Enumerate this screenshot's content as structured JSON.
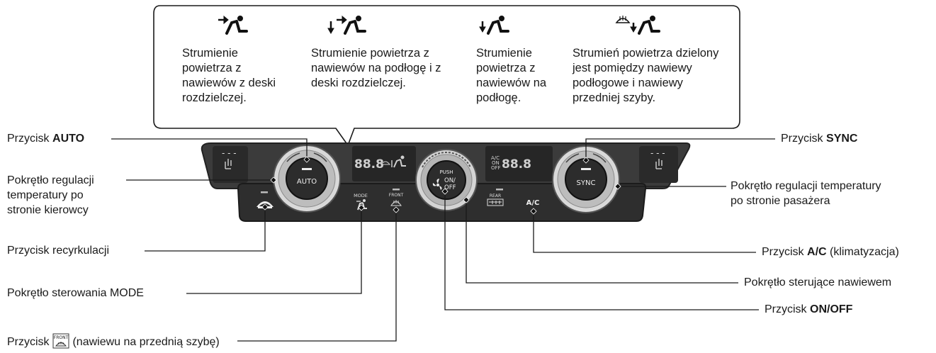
{
  "air_modes": [
    {
      "icon": "face-vent-icon",
      "text": "Strumienie powietrza z nawiewów z deski rozdzielczej."
    },
    {
      "icon": "floor-face-vent-icon",
      "text": "Strumienie powietrza z nawiewów na podłogę i z deski rozdzielczej."
    },
    {
      "icon": "floor-vent-icon",
      "text": "Strumienie powietrza z nawiewów na podłogę."
    },
    {
      "icon": "floor-defrost-vent-icon",
      "text": "Strumień powietrza dzielony jest pomiędzy nawiewy podłogowe i nawiewy przedniej szyby."
    }
  ],
  "callouts": {
    "auto": {
      "prefix": "Przycisk",
      "bold": "AUTO",
      "suffix": ""
    },
    "driver_temp": {
      "text_l1": "Pokrętło regulacji",
      "text_l2": "temperatury po",
      "text_l3": "stronie kierowcy"
    },
    "recirc": {
      "text": "Przycisk recyrkulacji"
    },
    "mode": {
      "text": "Pokrętło sterowania MODE"
    },
    "front": {
      "prefix": "Przycisk",
      "suffix": "(nawiewu na przednią szybę)"
    },
    "sync": {
      "prefix": "Przycisk",
      "bold": "SYNC",
      "suffix": ""
    },
    "pass_temp": {
      "text_l1": "Pokrętło regulacji temperatury",
      "text_l2": "po stronie pasażera"
    },
    "ac": {
      "prefix": "Przycisk",
      "bold": "A/C",
      "suffix": "(klimatyzacja)"
    },
    "fan": {
      "text": "Pokrętło sterujące nawiewem"
    },
    "onoff": {
      "prefix": "Przycisk",
      "bold": "ON/OFF",
      "suffix": ""
    }
  },
  "panel": {
    "auto_label": "AUTO",
    "sync_label": "SYNC",
    "push_label": "PUSH",
    "on_label": "ON/",
    "off_label": "OFF",
    "mode_label": "MODE",
    "front_label": "FRONT",
    "rear_label": "REAR",
    "ac_label": "A/C",
    "left_display": "88.8",
    "right_display": "88.8",
    "right_status_l1": "A/C",
    "right_status_l2": "ON",
    "right_status_l3": "OFF",
    "seat_left_dashes": "- - -",
    "seat_right_dashes": "- - -"
  },
  "colors": {
    "panel": "#3a3a3a",
    "panel_dark": "#232323",
    "line": "#1a1a1a"
  }
}
